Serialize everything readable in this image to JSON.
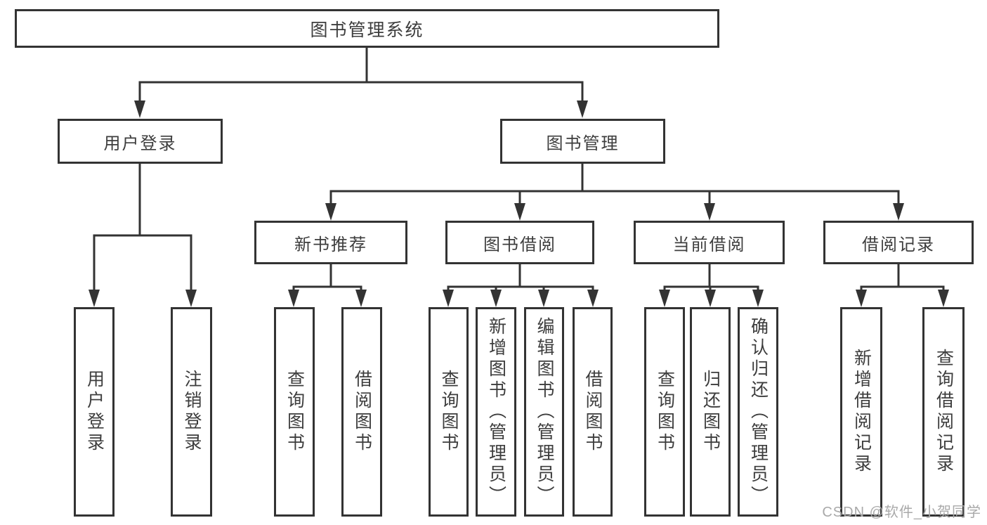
{
  "tree": {
    "label": "图书管理系统",
    "children": [
      {
        "label": "用户登录",
        "children": [
          {
            "label": "用户登录"
          },
          {
            "label": "注销登录"
          }
        ]
      },
      {
        "label": "图书管理",
        "children": [
          {
            "label": "新书推荐",
            "children": [
              {
                "label": "查询图书"
              },
              {
                "label": "借阅图书"
              }
            ]
          },
          {
            "label": "图书借阅",
            "children": [
              {
                "label": "查询图书"
              },
              {
                "label": "新增图书（管理员）"
              },
              {
                "label": "编辑图书（管理员）"
              },
              {
                "label": "借阅图书"
              }
            ]
          },
          {
            "label": "当前借阅",
            "children": [
              {
                "label": "查询图书"
              },
              {
                "label": "归还图书"
              },
              {
                "label": "确认归还（管理员）"
              }
            ]
          },
          {
            "label": "借阅记录",
            "children": [
              {
                "label": "新增借阅记录"
              },
              {
                "label": "查询借阅记录"
              }
            ]
          }
        ]
      }
    ]
  },
  "watermark": {
    "text": "CSDN @软件_小贺同学"
  },
  "colors": {
    "line": "#333333",
    "text": "#3d3d3d",
    "watermark": "#a9a9a9",
    "background": "#ffffff"
  }
}
